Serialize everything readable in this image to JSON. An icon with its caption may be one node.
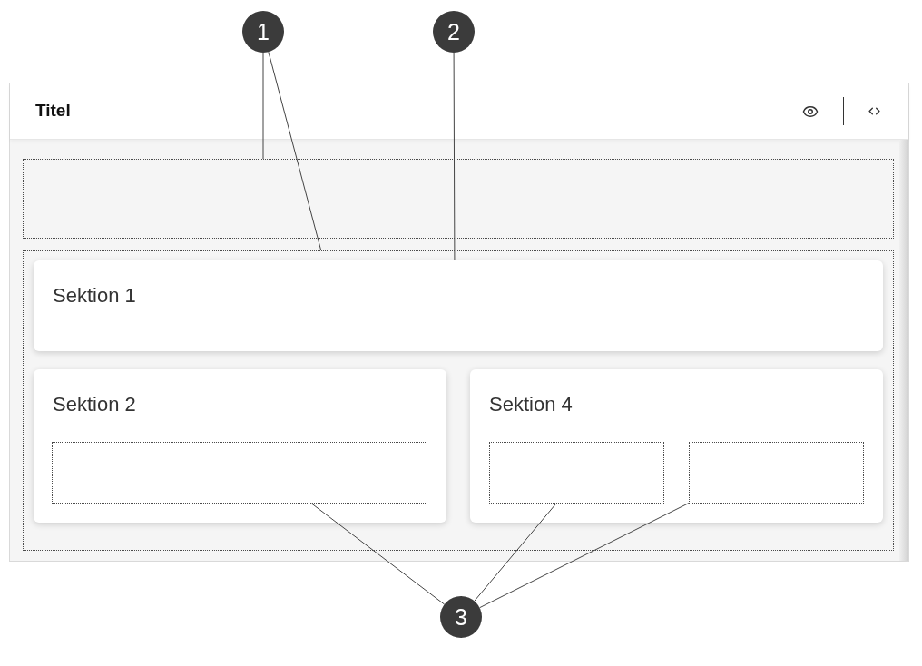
{
  "diagram": {
    "nodes": [
      {
        "text": [
          "1"
        ]
      },
      {
        "text": [
          "2"
        ]
      },
      {
        "text": [
          "Titel"
        ]
      },
      {
        "text": [],
        "shape": "box",
        "in": 2
      },
      {
        "text": [],
        "shape": "box",
        "in": 2
      },
      {
        "text": [
          "Sektion 1"
        ],
        "in": 4
      },
      {
        "text": [
          "Sektion 2"
        ],
        "in": 4
      },
      {
        "text": [],
        "shape": "box",
        "in": 6
      },
      {
        "text": [
          "Sektion 4"
        ],
        "in": 4
      },
      {
        "text": [],
        "shape": "box",
        "in": 8
      },
      {
        "text": [],
        "shape": "box",
        "in": 8
      },
      {
        "text": [
          "3"
        ]
      }
    ],
    "edges": [
      {
        "from": 0,
        "to": 3,
        "arrow": "none"
      },
      {
        "from": 0,
        "to": 4,
        "arrow": "none"
      },
      {
        "from": 1,
        "to": 5,
        "arrow": "none"
      },
      {
        "from": 11,
        "to": 7,
        "arrow": "none"
      },
      {
        "from": 11,
        "to": 9,
        "arrow": "none"
      },
      {
        "from": 11,
        "to": 10,
        "arrow": "none"
      }
    ]
  }
}
